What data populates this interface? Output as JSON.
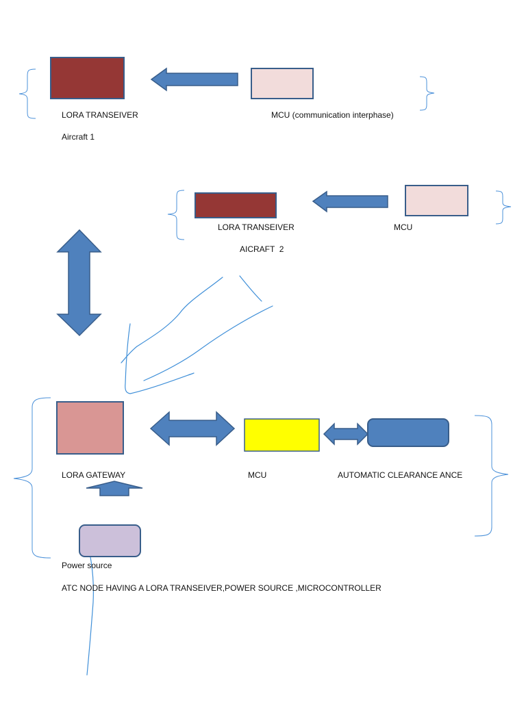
{
  "colors": {
    "transceiver": "#953735",
    "mcu_light": "#f2dcdb",
    "gateway": "#d99694",
    "mcu_atc": "#ffff00",
    "clearance": "#4f81bd",
    "power": "#ccc0da",
    "arrow": "#4f81bd",
    "arrow_stroke": "#385d8a",
    "bracket": "#4a90d9",
    "ink": "#3f8fd8"
  },
  "aircraft1": {
    "transceiver_label": "LORA TRANSEIVER",
    "mcu_label": "MCU (communication interphase)",
    "name": "Aircraft 1"
  },
  "aircraft2": {
    "transceiver_label": "LORA TRANSEIVER",
    "mcu_label": "MCU",
    "name": "AICRAFT  2"
  },
  "atc": {
    "gateway_label": "LORA GATEWAY",
    "mcu_label": "MCU",
    "clearance_label": "AUTOMATIC CLEARANCE ANCE",
    "power_label": "Power source",
    "caption": "ATC NODE HAVING A LORA TRANSEIVER,POWER SOURCE ,MICROCONTROLLER"
  }
}
